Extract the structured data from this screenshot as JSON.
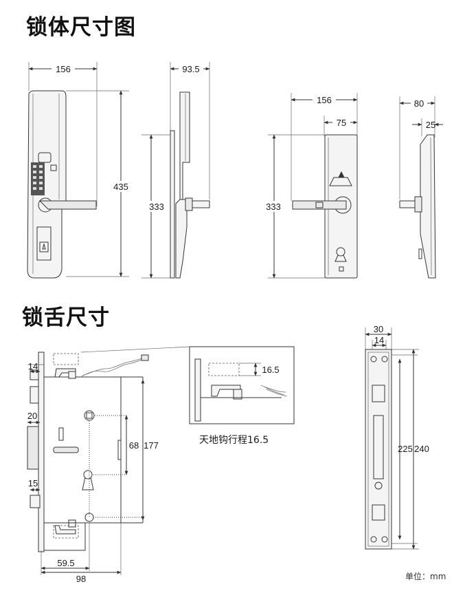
{
  "sections": {
    "lock_body_title": "锁体尺寸图",
    "latch_title": "锁舌尺寸"
  },
  "lock_body_dims": {
    "front_width": "156",
    "front_height": "435",
    "side_depth": "93.5",
    "side_height": "333",
    "back_width": "156",
    "back_inner_width": "75",
    "back_height": "333",
    "back_side_depth": "80",
    "back_side_inner": "25"
  },
  "latch_dims": {
    "top_latch": "14",
    "dead_bolt": "20",
    "bottom_latch": "15",
    "center_distance": "68",
    "total_height": "177",
    "backset": "59.5",
    "case_width": "98",
    "detail_travel": "16.5",
    "detail_caption": "天地钩行程16.5",
    "faceplate_width": "30",
    "faceplate_inner": "14",
    "faceplate_hole_span": "225",
    "faceplate_length": "240"
  },
  "unit_label": "单位：mm"
}
